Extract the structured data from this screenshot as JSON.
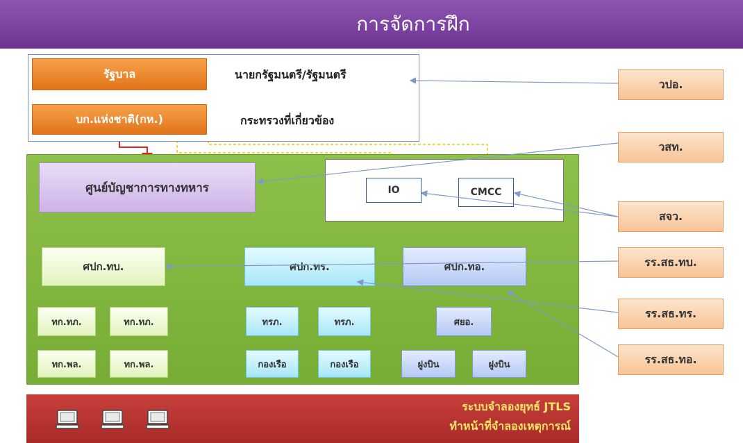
{
  "title": "การจัดการฝึก",
  "government": {
    "box1": "รัฐบาล",
    "label1": "นายกรัฐมนตรี/รัฐมนตรี",
    "box2": "บก.แห่งชาติ(กห.)",
    "label2": "กระทรวงที่เกี่ยวข้อง"
  },
  "command_center": "ศูนย์บัญชาการทางทหาร",
  "control": {
    "io": "IO",
    "cmcc": "CMCC"
  },
  "branches": [
    {
      "name": "ศปก.ทบ.",
      "sub_top": [
        "ทก.ทภ.",
        "ทก.ทภ."
      ],
      "sub_bottom": [
        "ทก.พล.",
        "ทก.พล."
      ]
    },
    {
      "name": "ศปก.ทร.",
      "sub_top": [
        "ทรภ.",
        "ทรภ."
      ],
      "sub_bottom": [
        "กองเรือ",
        "กองเรือ"
      ]
    },
    {
      "name": "ศปก.ทอ.",
      "sub_top": [
        "ศยอ."
      ],
      "sub_bottom": [
        "ฝูงบิน",
        "ฝูงบิน"
      ]
    }
  ],
  "external": [
    "วปอ.",
    "วสท.",
    "สจว.",
    "รร.สธ.ทบ.",
    "รร.สธ.ทร.",
    "รร.สธ.ทอ."
  ],
  "simulation": {
    "line1": "ระบบจำลองยุทธ์ JTLS",
    "line2": "ทำหน้าที่จำลองเหตุการณ์"
  },
  "colors": {
    "title_bar": "#7a3f9e",
    "training_area": "#82b73f",
    "simulation_bar": "#b93532",
    "government_box": "#ee8a2e",
    "external_box": "#f9d1ad"
  }
}
